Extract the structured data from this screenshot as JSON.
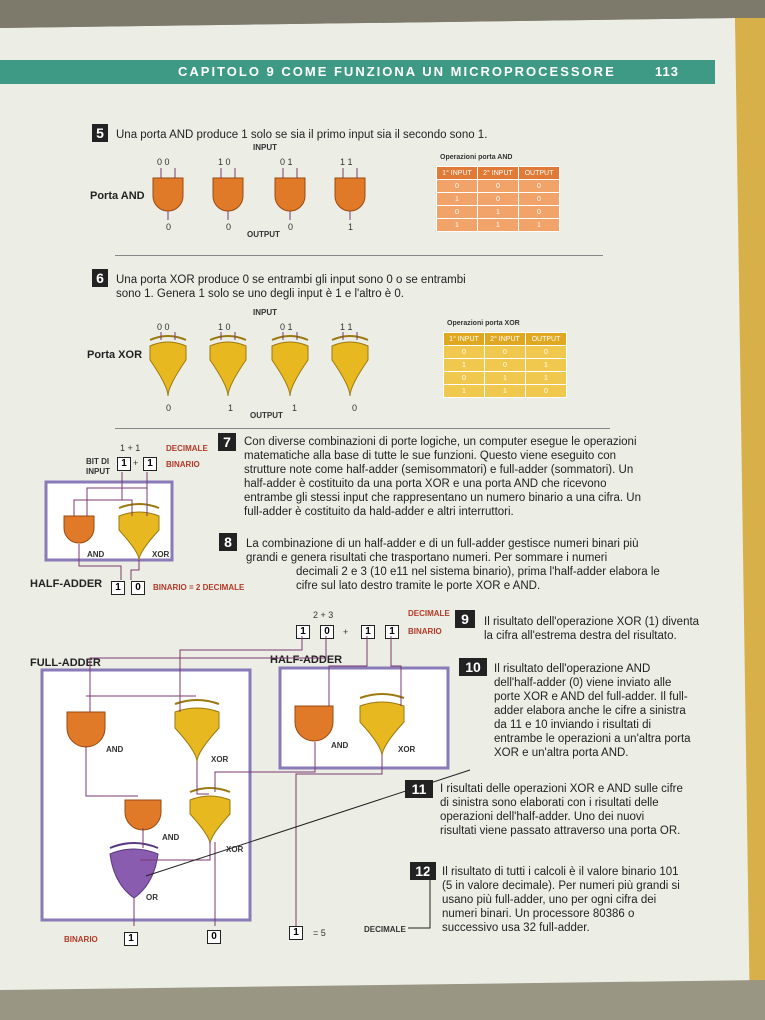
{
  "header": {
    "title": "CAPITOLO 9   COME FUNZIONA UN MICROPROCESSORE",
    "page_number": "113"
  },
  "step5": {
    "number": "5",
    "text": "Una porta AND produce 1 solo se sia il primo input sia il secondo sono 1.",
    "input_label": "INPUT",
    "output_label": "OUTPUT",
    "gate_label": "Porta AND",
    "inputs": [
      "0  0",
      "1  0",
      "0  1",
      "1  1"
    ],
    "outputs": [
      "0",
      "0",
      "0",
      "1"
    ],
    "table_title": "Operazioni porta AND",
    "table_headers": [
      "1° INPUT",
      "2° INPUT",
      "OUTPUT"
    ],
    "table_rows": [
      [
        "0",
        "0",
        "0"
      ],
      [
        "1",
        "0",
        "0"
      ],
      [
        "0",
        "1",
        "0"
      ],
      [
        "1",
        "1",
        "1"
      ]
    ]
  },
  "step6": {
    "number": "6",
    "text_line1": "Una porta XOR produce 0 se entrambi gli input sono 0 o se entrambi",
    "text_line2": "sono 1. Genera 1 solo se uno degli input è 1 e l'altro è 0.",
    "input_label": "INPUT",
    "output_label": "OUTPUT",
    "gate_label": "Porta XOR",
    "inputs": [
      "0  0",
      "1  0",
      "0  1",
      "1  1"
    ],
    "outputs": [
      "0",
      "1",
      "1",
      "0"
    ],
    "table_title": "Operazioni porta XOR",
    "table_headers": [
      "1° INPUT",
      "2° INPUT",
      "OUTPUT"
    ],
    "table_rows": [
      [
        "0",
        "0",
        "0"
      ],
      [
        "1",
        "0",
        "1"
      ],
      [
        "0",
        "1",
        "1"
      ],
      [
        "1",
        "1",
        "0"
      ]
    ]
  },
  "step7": {
    "number": "7",
    "lines": [
      "Con diverse combinazioni di porte logiche, un computer esegue le operazioni",
      "matematiche alla base di tutte le sue funzioni. Questo viene eseguito con",
      "strutture note come half-adder (semisommatori) e full-adder (sommatori). Un",
      "half-adder è costituito da una porta XOR e una porta AND che ricevono",
      "entrambe gli stessi input che rappresentano un numero binario a una cifra. Un",
      "full-adder è costituito da hald-adder e altri interruttori."
    ]
  },
  "step8": {
    "number": "8",
    "lines": [
      "La combinazione di un half-adder e di un full-adder gestisce numeri binari più",
      "grandi e genera risultati che trasportano numeri. Per sommare i numeri",
      "decimali 2 e 3 (10 e11 nel sistema binario), prima l'half-adder elabora le",
      "cifre sul lato destro tramite le porte XOR e AND."
    ]
  },
  "halfadder_small": {
    "sum": "1  +  1",
    "decimale": "DECIMALE",
    "bit_di": "BIT DI",
    "input": "INPUT",
    "binario": "BINARIO",
    "and": "AND",
    "xor": "XOR",
    "title": "HALF-ADDER",
    "result_bits": [
      "1",
      "0"
    ],
    "result_eq": "BINARIO  =    2  DECIMALE"
  },
  "fulladder": {
    "decimal_sum": "2      +      3",
    "decimale": "DECIMALE",
    "binario": "BINARIO",
    "input_bits": [
      "1",
      "0",
      "1",
      "1"
    ],
    "full_title": "FULL-ADDER",
    "half_title": "HALF-ADDER",
    "and": "AND",
    "xor": "XOR",
    "or": "OR",
    "output_bits": [
      "1",
      "0",
      "1"
    ],
    "result_eq": "=   5",
    "result_dec": "DECIMALE",
    "binario_out": "BINARIO"
  },
  "step9": {
    "number": "9",
    "lines": [
      "Il risultato dell'operazione XOR (1) diventa",
      "la cifra all'estrema destra del risultato."
    ]
  },
  "step10": {
    "number": "10",
    "lines": [
      "Il risultato dell'operazione AND",
      "dell'half-adder (0) viene inviato alle",
      "porte XOR e AND del full-adder. Il full-",
      "adder elabora anche le cifre a sinistra",
      "da 11 e 10 inviando i risultati di",
      "entrambe le operazioni a un'altra porta",
      "XOR e un'altra porta AND."
    ]
  },
  "step11": {
    "number": "11",
    "lines": [
      "I risultati delle operazioni XOR e AND sulle cifre",
      "di sinistra sono elaborati con i risultati delle",
      "operazioni dell'half-adder. Uno dei nuovi",
      "risultati viene passato attraverso una porta OR."
    ]
  },
  "step12": {
    "number": "12",
    "lines": [
      "Il risultato di tutti i calcoli è il valore binario 101",
      "(5 in valore decimale). Per numeri più grandi si",
      "usano più full-adder, uno per ogni cifra dei",
      "numeri binari. Un processore 80386 o",
      "successivo usa 32 full-adder."
    ]
  }
}
